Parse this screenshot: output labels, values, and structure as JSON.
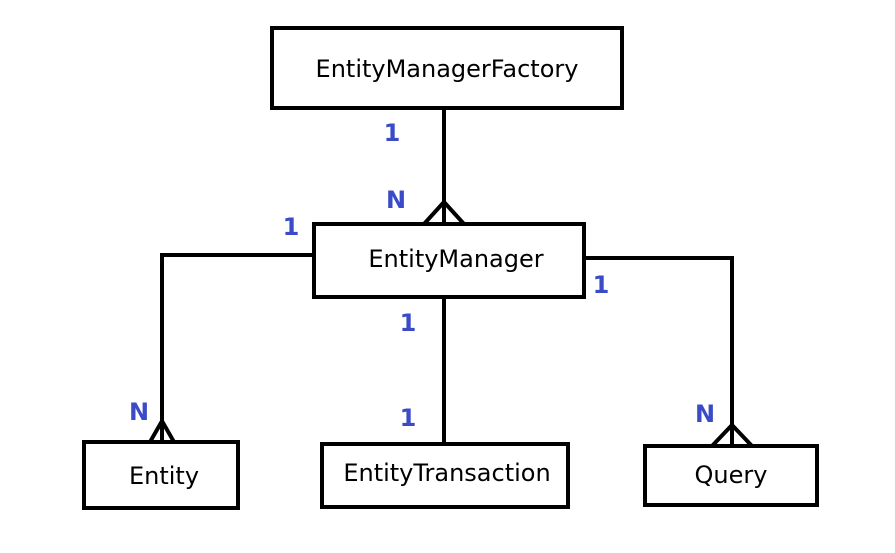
{
  "colors": {
    "multiplicity": "#3b4bc8",
    "stroke": "#000000",
    "background": "#ffffff"
  },
  "entities": {
    "factory": "EntityManagerFactory",
    "manager": "EntityManager",
    "entity": "Entity",
    "transaction": "EntityTransaction",
    "query": "Query"
  },
  "multiplicities": {
    "factory_to_manager_source": "1",
    "factory_to_manager_target": "N",
    "manager_to_entity_source": "1",
    "manager_to_entity_target": "N",
    "manager_to_transaction_source": "1",
    "manager_to_transaction_target": "1",
    "manager_to_query_source": "1",
    "manager_to_query_target": "N"
  }
}
